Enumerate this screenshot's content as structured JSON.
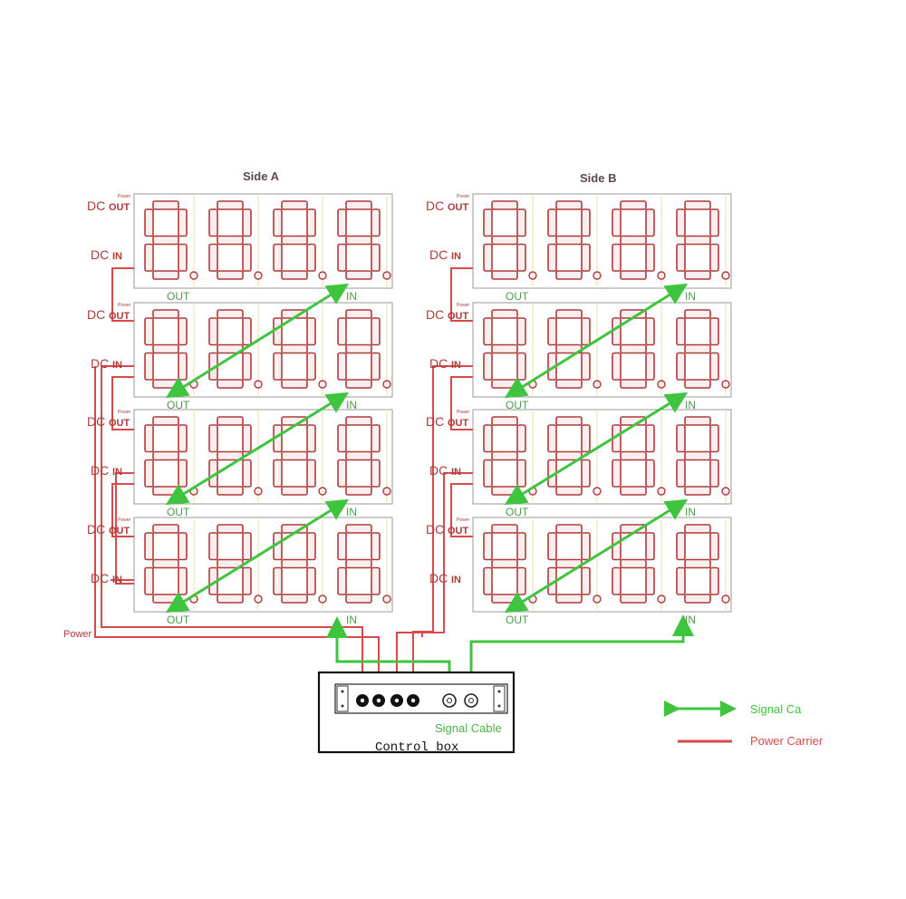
{
  "sides": [
    {
      "title": "Side A",
      "power_tag": "Power"
    },
    {
      "title": "Side B",
      "power_tag": "Power"
    }
  ],
  "labels": {
    "dc": "DC",
    "dc_out": "OUT",
    "dc_in": "IN",
    "signal_out": "OUT",
    "signal_in": "IN",
    "power_main": "Power"
  },
  "control_box": {
    "label": "Control box",
    "signal_cable_label": "Signal Cable"
  },
  "legend": {
    "signal": "Signal Ca",
    "power": "Power Carrier"
  },
  "colors": {
    "signal": "#3ec43e",
    "power": "#d84a4a",
    "panel_outline": "#b03a3a"
  },
  "layout_meta": {
    "rows_per_side": 4,
    "digits_per_row": 4
  }
}
